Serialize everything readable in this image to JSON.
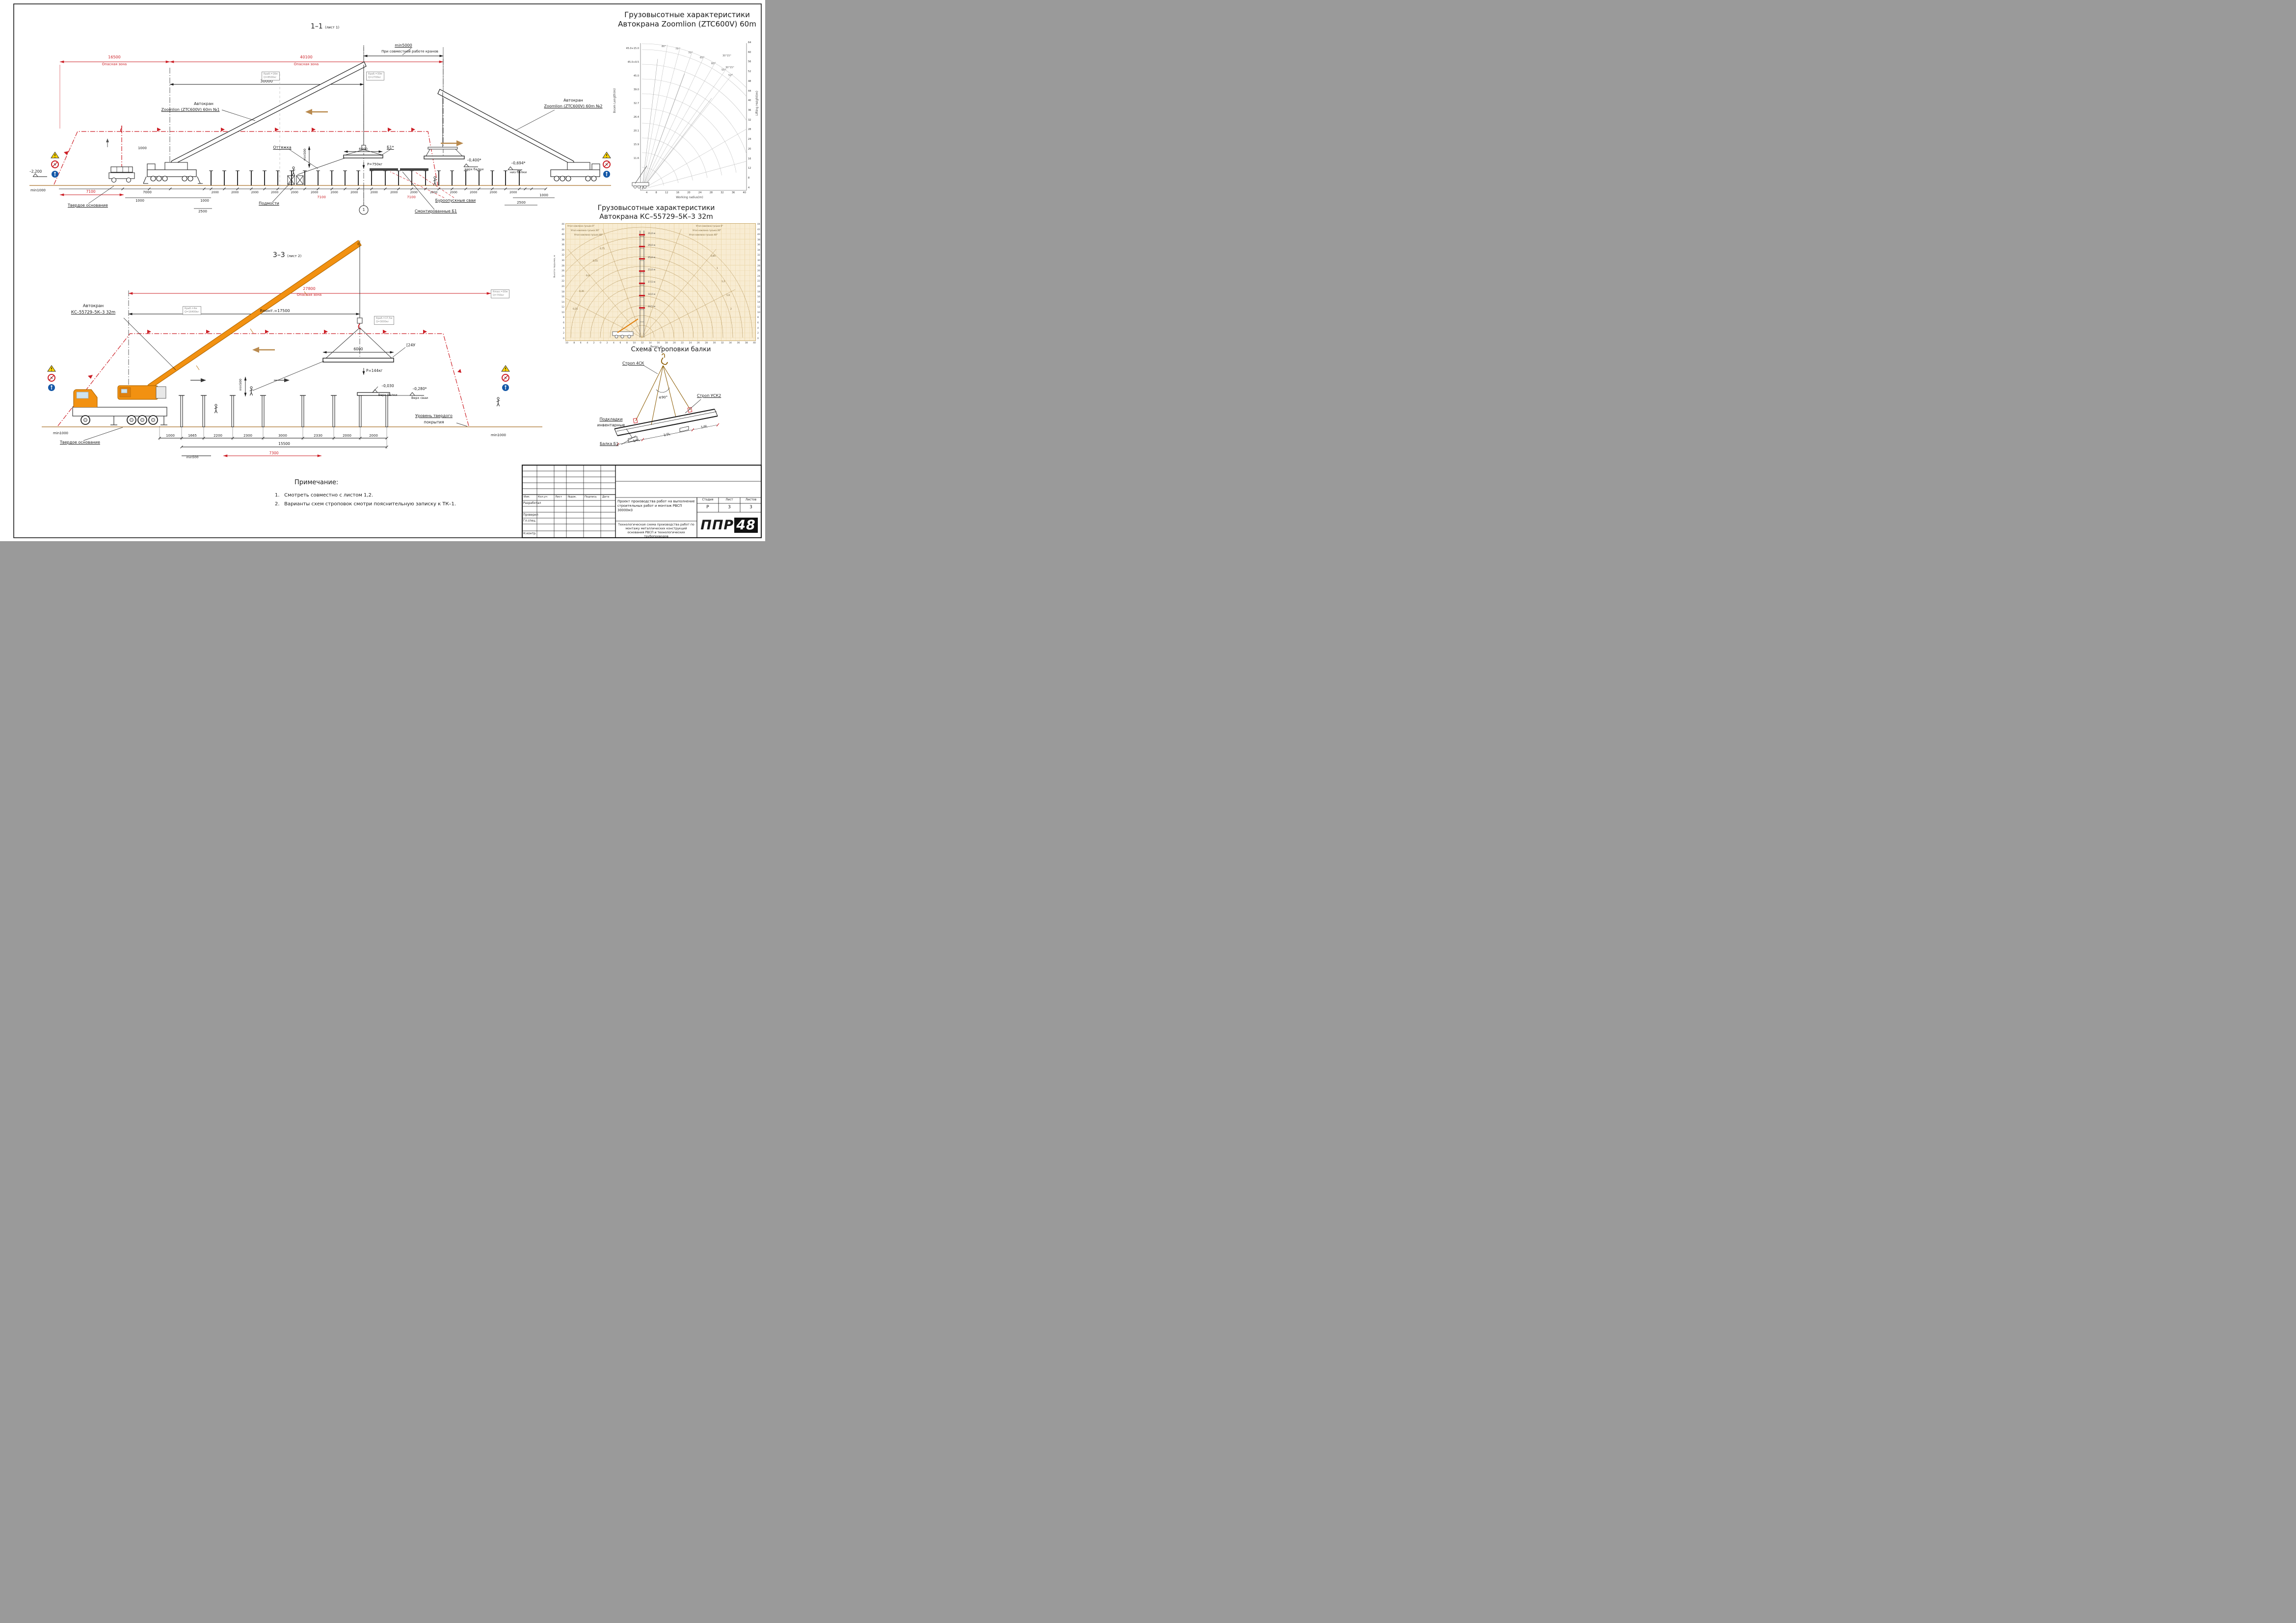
{
  "sec11": {
    "title": "1–1",
    "title_note": "(лист 1)",
    "dim_16500": "16500",
    "danger_zone_1": "Опасная зона",
    "dim_40100": "40100",
    "danger_zone_2": "Опасная зона",
    "min5000": "min5000",
    "joint_note": "При совместной работе кранов",
    "dim_30000": "30000",
    "crane1_line1": "Автокран",
    "crane1_line2": "Zoomlion (ZTC600V) 60m №1",
    "crane2_line1": "Автокран",
    "crane2_line2": "Zoomlion (ZTC600V) 60m  №2",
    "rbox1_line1": "Rраб.=16м",
    "rbox1_line2": "Q=8500кг",
    "rbox2_line1": "Rраб.=30м",
    "rbox2_line2": "Q=2700кг",
    "guy_label": "Оттяжка",
    "beam_mark": "Б1*",
    "dim_6000": "6000",
    "p_load": "Р=750кг",
    "min500": "min500",
    "elev_beam_top": "–0,400*",
    "elev_beam_top_note": "верх балки",
    "elev_beam_bot": "–0,694*",
    "elev_beam_bot_note": "низ балки",
    "elev_ground": "–2,200",
    "min1000": "min1000",
    "dim_7100_left": "7100",
    "solid_base": "Твердое основание",
    "dim_1000_a": "1000",
    "dim_7000": "7000",
    "dim_1000_b": "1000",
    "dim_1000_c": "1000",
    "dim_2500_left": "2500",
    "dim_7100_mid1": "7100",
    "dim_7100_mid2": "7100",
    "scaffold": "Подмости",
    "piles": "Буроопускные сваи",
    "mounted_beams": "Смонтированные Б1",
    "dim_2500_right": "2500",
    "dim_1000_right": "1000",
    "axis_mark": "1",
    "spacing_row": [
      "2000",
      "2000",
      "2000",
      "2000",
      "2000",
      "2000",
      "2000",
      "2000",
      "2000",
      "2000",
      "2000",
      "2000",
      "2000",
      "2000",
      "2000",
      "2000"
    ]
  },
  "sec33": {
    "title": "3–3",
    "title_note": "(лист 2)",
    "dim_27800": "27800",
    "danger_zone": "Опасная зона",
    "r_mont": "Rмонт.=17500",
    "rmax_line1": "Rmax.=30м",
    "rmax_line2": "Q=700кг",
    "crane_line1": "Автокран",
    "crane_line2": "КС–55729–5К–3 32m",
    "rbox1_line1": "Rраб.=4м",
    "rbox1_line2": "Q=16400кг",
    "rbox2_line1": "Rраб.=17,5м",
    "rbox2_line2": "Q=3000кг",
    "dim_6000": "6000",
    "beam_mark": "[24У",
    "p_load": "Р=144кг",
    "min500_v": "min500",
    "elev_beam": "–0,030",
    "elev_beam_note": "Верх балки",
    "elev_pile": "–0,280*",
    "elev_pile_note": "Верх сваи",
    "hard_level_1": "Уровень твердого",
    "hard_level_2": "покрытия",
    "min1000_left": "min1000",
    "solid_base": "Твердое основание",
    "min1000_right": "min1000",
    "dims_row": [
      "1000",
      "1665",
      "2200",
      "2300",
      "3000",
      "2330",
      "2000",
      "2000"
    ],
    "dim_15500": "15500",
    "dim_7300": "7300",
    "min500_b": "min500"
  },
  "chart_zoomlion": {
    "title_line1": "Грузовысотные характеристики",
    "title_line2": "Автокрана Zoomlion (ZTC600V) 60m",
    "axis_left": "Boom Length(m)",
    "axis_right": "Lifting Height(m)",
    "axis_bottom": "Working radius(m)",
    "left_ticks": [
      "45.0+15.0",
      "45.0+9.5",
      "45.0",
      "39.0",
      "32.7",
      "26.4",
      "20.1",
      "15.9",
      "11.6"
    ],
    "right_ticks": [
      "64",
      "60",
      "56",
      "52",
      "48",
      "44",
      "40",
      "36",
      "32",
      "28",
      "24",
      "20",
      "16",
      "12",
      "8",
      "4"
    ],
    "bottom_ticks": [
      "4",
      "8",
      "12",
      "16",
      "20",
      "24",
      "28",
      "32",
      "36",
      "40"
    ],
    "angle_labels": [
      "80°",
      "75°",
      "70°",
      "65°",
      "60°",
      "55°",
      "52°",
      "30°15°",
      "30°15°"
    ]
  },
  "chart_ks": {
    "title_line1": "Грузовысотные характеристики",
    "title_line2": "Автокрана КС–55729–5К–3 32m",
    "axis_bottom": "Вылет, м",
    "axis_left": "Высота подъема, м",
    "corner_tl_1": "Угол наклона гуська 0°",
    "corner_tl_2": "Угол наклона гуська 20°",
    "corner_tl_3": "Угол наклона гуська 40°",
    "corner_tr_1": "Угол наклона гуська 0°",
    "corner_tr_2": "Угол наклона гуська 20°",
    "corner_tr_3": "Угол наклона гуська 40°",
    "boom_lengths": [
      "31,0 м",
      "29,0 м",
      "25,0 м",
      "21,0 м",
      "17,5 м",
      "14,0 м",
      "10,5 м"
    ],
    "left_ticks": [
      "44",
      "42",
      "40",
      "38",
      "36",
      "34",
      "32",
      "30",
      "28",
      "26",
      "24",
      "22",
      "20",
      "18",
      "16",
      "14",
      "12",
      "10",
      "8",
      "6",
      "4",
      "2",
      "0"
    ],
    "right_ticks": [
      "44",
      "42",
      "40",
      "38",
      "36",
      "34",
      "32",
      "30",
      "28",
      "26",
      "24",
      "22",
      "20",
      "18",
      "16",
      "14",
      "12",
      "10",
      "8",
      "6",
      "4",
      "2",
      "0"
    ],
    "bottom_ticks": [
      "10",
      "8",
      "6",
      "4",
      "2",
      "0",
      "2",
      "4",
      "6",
      "8",
      "10",
      "12",
      "14",
      "16",
      "18",
      "20",
      "22",
      "24",
      "26",
      "28",
      "30",
      "32",
      "34",
      "36",
      "38",
      "40"
    ],
    "load_values": [
      "0,25",
      "0,35",
      "0,4",
      "0,55",
      "0,75",
      "0,85",
      "1",
      "1,2",
      "1,6",
      "2"
    ]
  },
  "sling": {
    "title": "Схема строповки балки",
    "sling1": "Строп 4СК",
    "sling2": "Строп УСК2",
    "angle": "≤90°",
    "pads_1": "Подкладки",
    "pads_2": "инвентарные",
    "beam": "Балка Б1",
    "seg1": "1/4L",
    "seg2": "1/2L",
    "seg3": "1/4L"
  },
  "notes": {
    "header": "Примечание:",
    "n1_num": "1.",
    "n1": "Смотреть совместно с листом 1,2.",
    "n2_num": "2.",
    "n2": "Варианты схем строповок смотри пояснительную записку к ТК–1."
  },
  "titleblock": {
    "cols": [
      "Изм.",
      "Кол.уч",
      "Лист",
      "№док.",
      "Подпись",
      "Дата"
    ],
    "roles": [
      "Разработал",
      "Проверил",
      "Гл.спец.",
      "Н.контр."
    ],
    "project": "Проект производства работ на выполнение строительных работ и монтаж РВСП 30000м3",
    "stage_h": "Стадия",
    "sheet_h": "Лист",
    "sheets_h": "Листов",
    "stage_v": "Р",
    "sheet_v": "3",
    "sheets_v": "3",
    "scheme": "Технологическая схема производства работ по монтажу металлических конструкций основания РВСП и технологических трубопроводов",
    "logo_1": "ППР",
    "logo_2": "48"
  },
  "colors": {
    "accent_red": "#cc1f26",
    "crane_orange": "#f29111",
    "ground_tan": "#b98a4e",
    "sign_blue": "#1558a7",
    "sign_yellow": "#ffd500"
  }
}
